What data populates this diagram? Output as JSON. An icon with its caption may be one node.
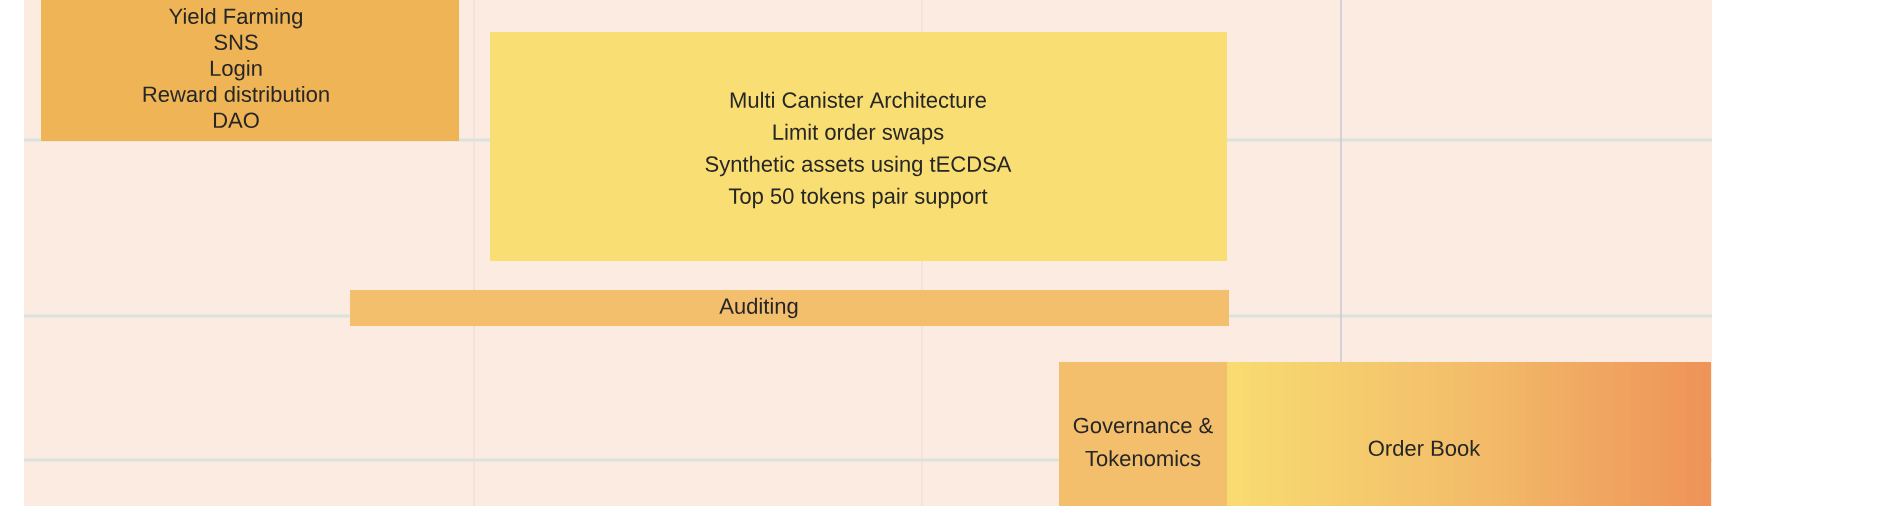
{
  "diagram": {
    "nodes": [
      {
        "text": [
          "Yield Farming",
          "SNS",
          "Login",
          "Reward distribution",
          "DAO"
        ]
      },
      {
        "text": [
          "Multi Canister Architecture",
          "Limit order swaps",
          "Synthetic assets using tECDSA",
          "Top 50 tokens pair support"
        ]
      },
      {
        "text": [
          "Auditing"
        ]
      },
      {
        "text": [
          "Governance & Tokenomics"
        ]
      },
      {
        "text": [
          "Order Book"
        ]
      }
    ]
  }
}
